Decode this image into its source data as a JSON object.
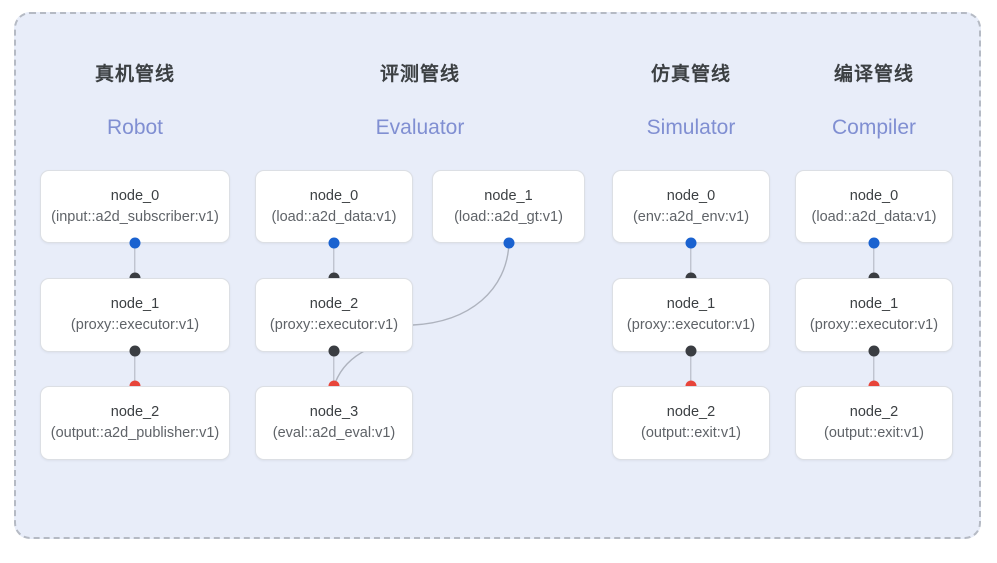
{
  "diagram": {
    "background_color": "#e8edf9",
    "border_color": "#b5bac4",
    "accent_blue": "#1a62d0",
    "accent_red": "#e8453a",
    "accent_dark": "#3a3d42",
    "subtitle_color": "#808fd2"
  },
  "columns": [
    {
      "title": "真机管线",
      "subtitle": "Robot",
      "nodes": [
        {
          "name": "node_0",
          "type": "(input::a2d_subscriber:v1)"
        },
        {
          "name": "node_1",
          "type": "(proxy::executor:v1)"
        },
        {
          "name": "node_2",
          "type": "(output::a2d_publisher:v1)"
        }
      ]
    },
    {
      "title": "评测管线",
      "subtitle": "Evaluator",
      "nodes": [
        {
          "name": "node_0",
          "type": "(load::a2d_data:v1)"
        },
        {
          "name": "node_1",
          "type": "(load::a2d_gt:v1)"
        },
        {
          "name": "node_2",
          "type": "(proxy::executor:v1)"
        },
        {
          "name": "node_3",
          "type": "(eval::a2d_eval:v1)"
        }
      ]
    },
    {
      "title": "仿真管线",
      "subtitle": "Simulator",
      "nodes": [
        {
          "name": "node_0",
          "type": "(env::a2d_env:v1)"
        },
        {
          "name": "node_1",
          "type": "(proxy::executor:v1)"
        },
        {
          "name": "node_2",
          "type": "(output::exit:v1)"
        }
      ]
    },
    {
      "title": "编译管线",
      "subtitle": "Compiler",
      "nodes": [
        {
          "name": "node_0",
          "type": "(load::a2d_data:v1)"
        },
        {
          "name": "node_1",
          "type": "(proxy::executor:v1)"
        },
        {
          "name": "node_2",
          "type": "(output::exit:v1)"
        }
      ]
    }
  ]
}
